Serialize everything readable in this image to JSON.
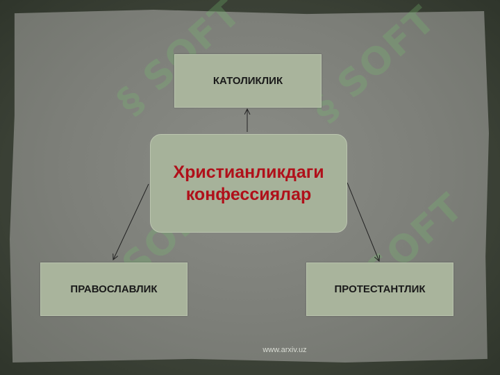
{
  "diagram": {
    "center_title_line1": "Христианликдаги",
    "center_title_line2": "конфессиялар",
    "nodes": {
      "top": "КАТОЛИКЛИК",
      "left": "ПРАВОСЛАВЛИК",
      "right": "ПРОТЕСТАНТЛИК"
    }
  },
  "footer": {
    "source_text": "www.arxiv.uz"
  },
  "colors": {
    "title_text": "#b0101a",
    "box_fill": "#a9b49c",
    "slide_bg": "#7d7f79",
    "frame_bg": "#3d4437"
  }
}
